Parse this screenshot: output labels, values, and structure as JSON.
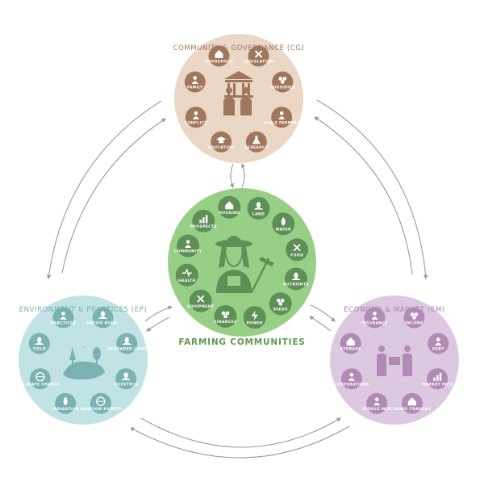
{
  "colors": {
    "community": "#ead7c6",
    "community_dark": "#a0775d",
    "farming": "#98cf86",
    "farming_dark": "#5e8f57",
    "farming_text": "#5e9a4e",
    "environment": "#c2e3e3",
    "environment_dark": "#7ab2b4",
    "environment_text": "#77aeb0",
    "economy": "#dcc8e0",
    "economy_dark": "#b18bb6",
    "economy_text": "#a97fae",
    "arrow": "#9a9a9a"
  },
  "community": {
    "title": "COMMUNITY & GOVERNANCE (CG)",
    "center_icon": "government-building-people-icon",
    "items": [
      {
        "label": "LEGISLATION",
        "icon": "gavel-icon"
      },
      {
        "label": "SUBSIDIES",
        "icon": "money-hand-icon"
      },
      {
        "label": "SCALE FARMING",
        "icon": "farm-scale-icon"
      },
      {
        "label": "RESEARCH",
        "icon": "flask-icon"
      },
      {
        "label": "EDUCATION",
        "icon": "graduation-cap-icon"
      },
      {
        "label": "CONFLICT",
        "icon": "people-conflict-icon"
      },
      {
        "label": "FAMILY",
        "icon": "family-icon"
      },
      {
        "label": "HOUSEHOLD",
        "icon": "sofa-icon"
      }
    ]
  },
  "farming": {
    "title": "FARMING COMMUNITIES",
    "center_icon": "farmer-with-rake-icon",
    "items": [
      {
        "label": "HOUSING",
        "icon": "house-icon"
      },
      {
        "label": "LAND",
        "icon": "land-icon"
      },
      {
        "label": "WATER",
        "icon": "water-drop-icon"
      },
      {
        "label": "FOOD",
        "icon": "fork-knife-icon"
      },
      {
        "label": "NUTRIENTS",
        "icon": "sprout-icon"
      },
      {
        "label": "SEEDS",
        "icon": "seeds-icon"
      },
      {
        "label": "POWER",
        "icon": "lightning-icon"
      },
      {
        "label": "FINANCES",
        "icon": "coins-icon"
      },
      {
        "label": "EQUIPMENT",
        "icon": "shovel-icon"
      },
      {
        "label": "HEALTH",
        "icon": "heartbeat-icon"
      },
      {
        "label": "COMMUNITY",
        "icon": "community-people-icon"
      },
      {
        "label": "PROSPECTS",
        "icon": "bar-chart-icon"
      }
    ]
  },
  "environment": {
    "title": "ENVIRONMENT & PRACTICES (EP)",
    "center_icon": "landscape-trees-icon",
    "items": [
      {
        "label": "NATIVE BIODI.",
        "icon": "bird-icon"
      },
      {
        "label": "DEGRADED LAND",
        "icon": "skull-land-icon"
      },
      {
        "label": "LIVESTOCK",
        "icon": "cow-icon"
      },
      {
        "label": "WEATHER EVENTS",
        "icon": "cloud-sun-icon"
      },
      {
        "label": "IRRIGATION",
        "icon": "watering-can-icon"
      },
      {
        "label": "CLIMATE CHANGE",
        "icon": "globe-icon"
      },
      {
        "label": "YIELD",
        "icon": "hands-crop-icon"
      },
      {
        "label": "PRACTICES",
        "icon": "farmer-practice-icon"
      }
    ]
  },
  "economy": {
    "title": "ECONOMY & MARKET (EM)",
    "center_icon": "trade-people-icon",
    "items": [
      {
        "label": "INCOME",
        "icon": "coins-plus-icon"
      },
      {
        "label": "DEBT",
        "icon": "debt-icon"
      },
      {
        "label": "MARKET INFO",
        "icon": "market-chart-icon"
      },
      {
        "label": "INDEP. TRADERS",
        "icon": "market-stall-icon"
      },
      {
        "label": "MIDDLE MEN",
        "icon": "middle-men-icon"
      },
      {
        "label": "COOPERATIONS",
        "icon": "handshake-icon"
      },
      {
        "label": "STORAGE",
        "icon": "storage-icon"
      },
      {
        "label": "INSURANCE",
        "icon": "insurance-icon"
      }
    ]
  }
}
